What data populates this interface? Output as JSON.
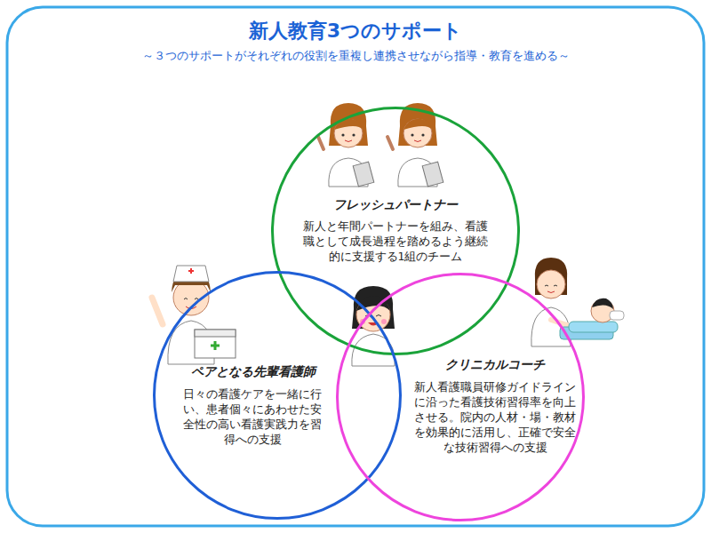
{
  "diagram": {
    "title": "新人教育3つのサポート",
    "nodes": [
      {
        "text": [
          "フレッシュパートナー",
          "新人と年間パートナーを組み、看護職として成長過程を踏めるよう継続的に支援する1組のチーム"
        ]
      },
      {
        "text": [
          "ペアとなる先輩看護師",
          "日々の看護ケアを一緒に行い、患者個々にあわせた安全性の高い看護実践力を習得への支援"
        ]
      },
      {
        "text": [
          "クリニカルコーチ",
          "新人看護職員研修ガイドラインに沿った看護技術習得率を向上させる。院内の人材・場・教材を効果的に活用し、正確で安全な技術習得への支援"
        ]
      }
    ],
    "labels": [
      "～３つのサポートがそれぞれの役割を重複し連携させながら指導・教育を進める～"
    ]
  }
}
